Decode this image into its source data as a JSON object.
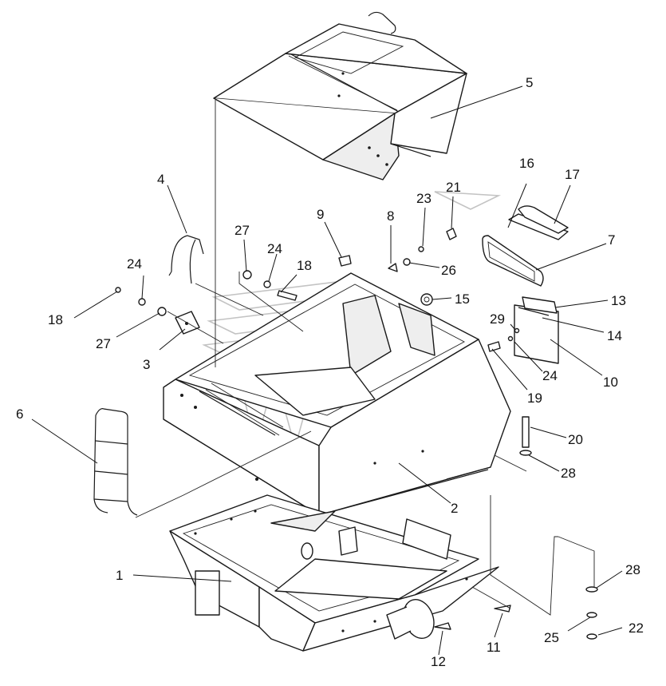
{
  "diagram": {
    "callouts": [
      {
        "id": "c1",
        "label": "1"
      },
      {
        "id": "c2",
        "label": "2"
      },
      {
        "id": "c3",
        "label": "3"
      },
      {
        "id": "c4",
        "label": "4"
      },
      {
        "id": "c5",
        "label": "5"
      },
      {
        "id": "c6",
        "label": "6"
      },
      {
        "id": "c7",
        "label": "7"
      },
      {
        "id": "c8",
        "label": "8"
      },
      {
        "id": "c9",
        "label": "9"
      },
      {
        "id": "c10",
        "label": "10"
      },
      {
        "id": "c11",
        "label": "11"
      },
      {
        "id": "c12",
        "label": "12"
      },
      {
        "id": "c13",
        "label": "13"
      },
      {
        "id": "c14",
        "label": "14"
      },
      {
        "id": "c15",
        "label": "15"
      },
      {
        "id": "c16",
        "label": "16"
      },
      {
        "id": "c17",
        "label": "17"
      },
      {
        "id": "c18a",
        "label": "18"
      },
      {
        "id": "c18b",
        "label": "18"
      },
      {
        "id": "c19",
        "label": "19"
      },
      {
        "id": "c20",
        "label": "20"
      },
      {
        "id": "c21",
        "label": "21"
      },
      {
        "id": "c22",
        "label": "22"
      },
      {
        "id": "c23",
        "label": "23"
      },
      {
        "id": "c24a",
        "label": "24"
      },
      {
        "id": "c24b",
        "label": "24"
      },
      {
        "id": "c24c",
        "label": "24"
      },
      {
        "id": "c25",
        "label": "25"
      },
      {
        "id": "c26",
        "label": "26"
      },
      {
        "id": "c27a",
        "label": "27"
      },
      {
        "id": "c27b",
        "label": "27"
      },
      {
        "id": "c28a",
        "label": "28"
      },
      {
        "id": "c28b",
        "label": "28"
      },
      {
        "id": "c29",
        "label": "29"
      }
    ]
  }
}
